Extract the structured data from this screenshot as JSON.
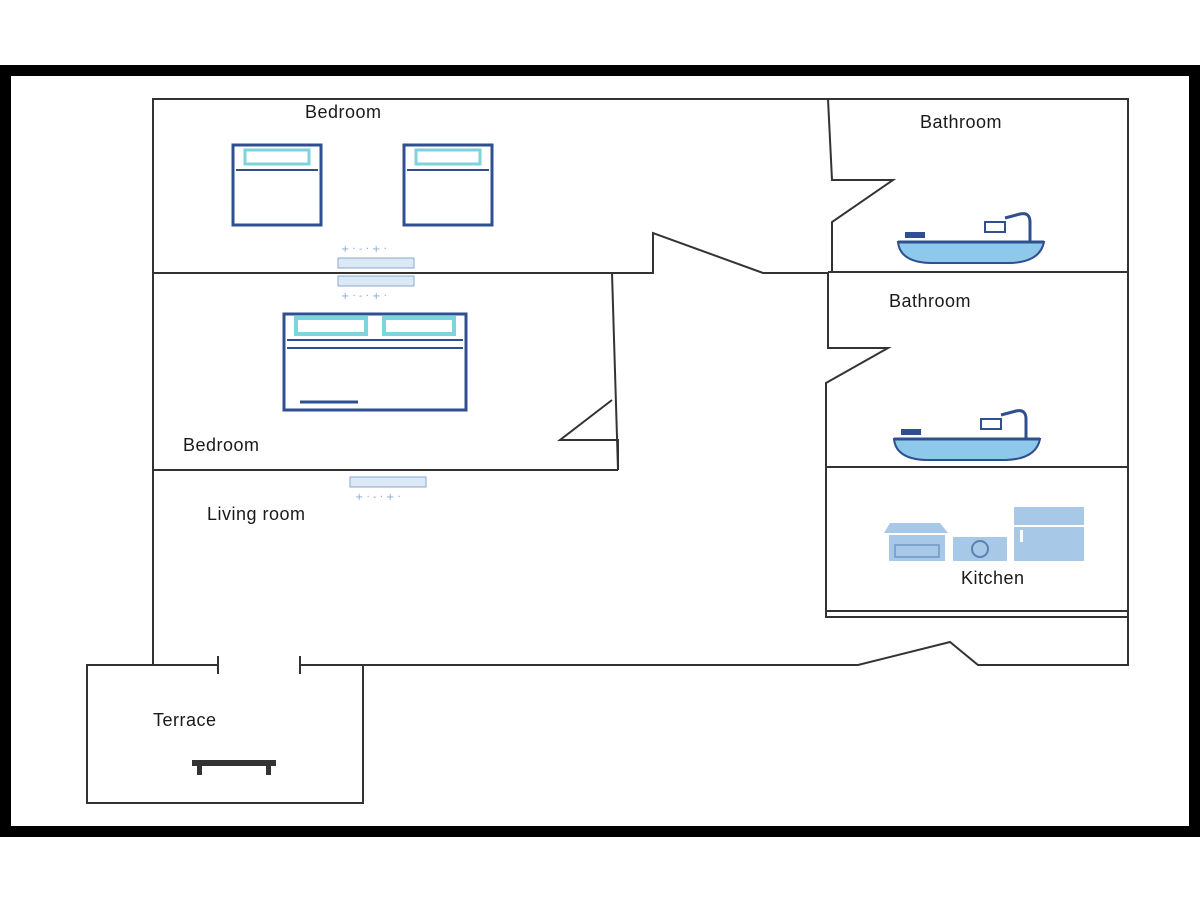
{
  "rooms": {
    "bedroom_top": "Bedroom",
    "bathroom_top": "Bathroom",
    "bathroom_middle": "Bathroom",
    "bedroom_middle": "Bedroom",
    "living_room": "Living room",
    "kitchen": "Kitchen",
    "terrace": "Terrace"
  },
  "icons": {
    "single_bed": "single-bed-icon",
    "double_bed": "double-bed-icon",
    "air_conditioner": "air-conditioner-icon",
    "bathtub": "bathtub-icon",
    "stove": "stove-icon",
    "washing_machine": "washing-machine-icon",
    "refrigerator": "refrigerator-icon",
    "table": "table-icon"
  },
  "colors": {
    "wall": "#333333",
    "frame": "#000000",
    "furniture_outline": "#2f4f8f",
    "furniture_fill": "#ffffff",
    "pillow": "#7fd3dc",
    "water": "#8ec9ec",
    "appliance": "#a8c8e8"
  }
}
